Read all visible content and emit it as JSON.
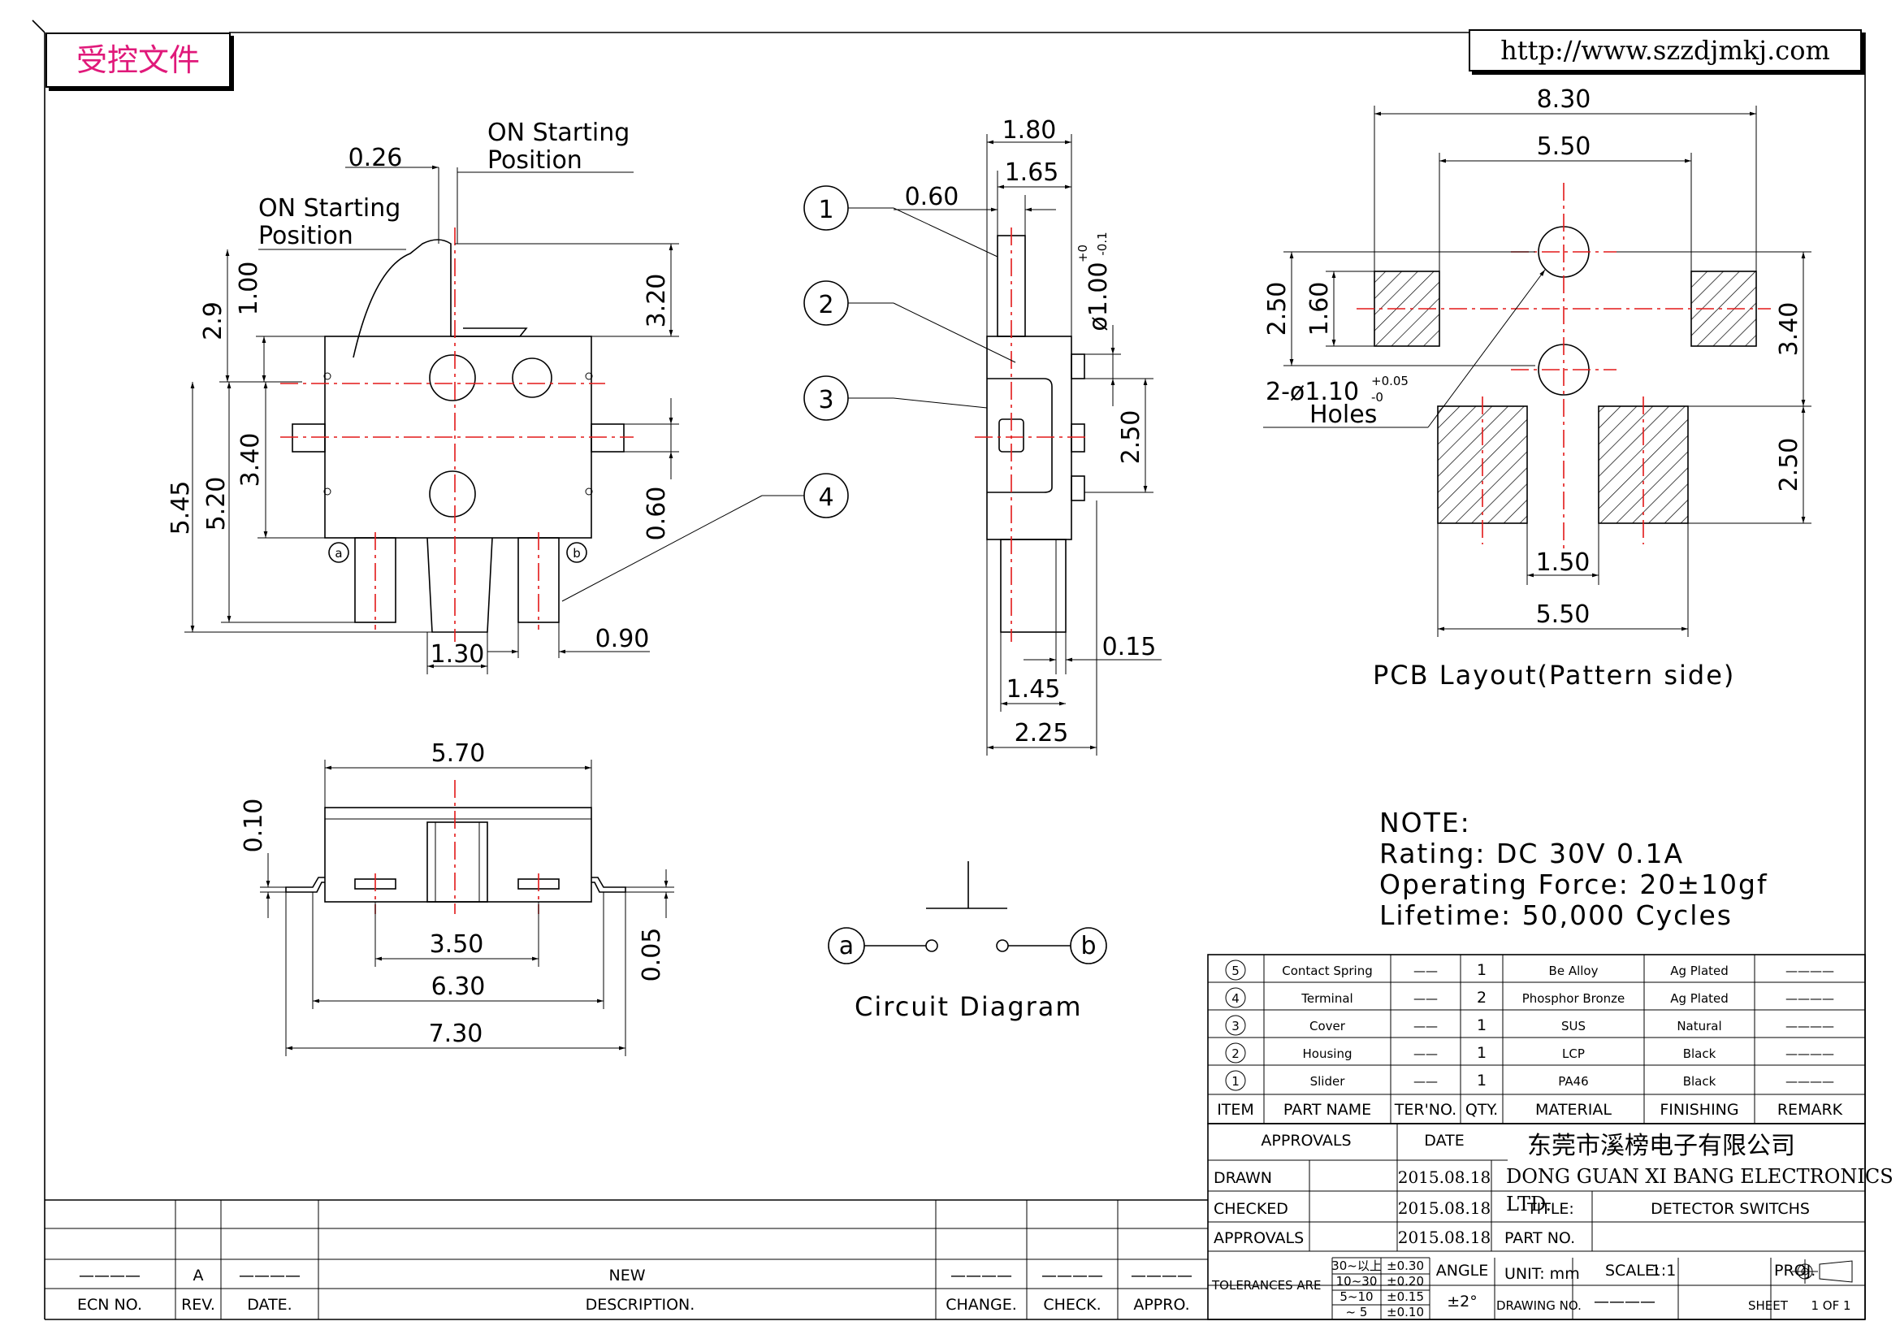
{
  "header": {
    "stamp": "受控文件",
    "url": "http://www.szzdjmkj.com"
  },
  "front_view": {
    "dims": {
      "d026": "0.26",
      "d29": "2.9",
      "d100": "1.00",
      "d320": "3.20",
      "d545": "5.45",
      "d520": "5.20",
      "d340": "3.40",
      "d060": "0.60",
      "d130": "1.30",
      "d090": "0.90"
    },
    "on_start_1": [
      "ON Starting",
      "Position"
    ],
    "on_start_2": [
      "ON Starting",
      "Position"
    ],
    "terminal_a": "a",
    "terminal_b": "b"
  },
  "side_view": {
    "dims": {
      "d180": "1.80",
      "d165": "1.65",
      "d060": "0.60",
      "d100": "ø1.00",
      "d100_tol_up": "+0",
      "d100_tol_dn": "-0.1",
      "d250": "2.50",
      "d015": "0.15",
      "d145": "1.45",
      "d225": "2.25"
    },
    "balloons": [
      "1",
      "2",
      "3",
      "4"
    ]
  },
  "pcb_layout": {
    "dims": {
      "d830": "8.30",
      "d550_top": "5.50",
      "d250_l": "2.50",
      "d160": "1.60",
      "d340": "3.40",
      "d250_r": "2.50",
      "d150": "1.50",
      "d550_bot": "5.50"
    },
    "holes_label": "2-ø1.10",
    "holes_tol_up": "+0.05",
    "holes_tol_dn": "-0",
    "holes_word": "Holes",
    "caption": "PCB Layout(Pattern side)"
  },
  "bottom_view": {
    "dims": {
      "d570": "5.70",
      "d010": "0.10",
      "d350": "3.50",
      "d630": "6.30",
      "d730": "7.30",
      "d005": "0.05"
    }
  },
  "circuit": {
    "a": "a",
    "b": "b",
    "caption": "Circuit Diagram"
  },
  "notes": {
    "title": "NOTE:",
    "rating": "Rating: DC 30V 0.1A",
    "force": "Operating Force: 20±10gf",
    "lifetime": "Lifetime:  50,000 Cycles"
  },
  "bom": {
    "rows": [
      {
        "item": "5",
        "name": "Contact Spring",
        "ter": "——",
        "qty": "1",
        "material": "Be Alloy",
        "finishing": "Ag Plated",
        "remark": "————"
      },
      {
        "item": "4",
        "name": "Terminal",
        "ter": "——",
        "qty": "2",
        "material": "Phosphor Bronze",
        "finishing": "Ag Plated",
        "remark": "————"
      },
      {
        "item": "3",
        "name": "Cover",
        "ter": "——",
        "qty": "1",
        "material": "SUS",
        "finishing": "Natural",
        "remark": "————"
      },
      {
        "item": "2",
        "name": "Housing",
        "ter": "——",
        "qty": "1",
        "material": "LCP",
        "finishing": "Black",
        "remark": "————"
      },
      {
        "item": "1",
        "name": "Slider",
        "ter": "——",
        "qty": "1",
        "material": "PA46",
        "finishing": "Black",
        "remark": "————"
      }
    ],
    "headers": {
      "item": "ITEM",
      "name": "PART NAME",
      "ter": "TER'NO.",
      "qty": "QTY.",
      "material": "MATERIAL",
      "finishing": "FINISHING",
      "remark": "REMARK"
    }
  },
  "title_block": {
    "approvals": "APPROVALS",
    "date": "DATE",
    "company_cn": "东莞市溪榜电子有限公司",
    "company_en": "DONG GUAN XI BANG ELECTRONICS CO.,",
    "company_en2": "LTD.",
    "drawn": "DRAWN",
    "checked": "CHECKED",
    "approvals2": "APPROVALS",
    "date1": "2015.08.18",
    "date2": "2015.08.18",
    "date3": "2015.08.18",
    "title_label": "TITLE:",
    "title_value": "DETECTOR SWITCHS",
    "part_no": "PART NO.",
    "tolerances": "TOLERANCES ARE",
    "tol_rows": [
      {
        "range": "30~以上",
        "tol": "±0.30"
      },
      {
        "range": "10~30",
        "tol": "±0.20"
      },
      {
        "range": "5~10",
        "tol": "±0.15"
      },
      {
        "range": "~ 5",
        "tol": "±0.10"
      }
    ],
    "angle": "ANGLE",
    "angle_tol": "±2°",
    "unit": "UNIT: mm",
    "scale": "SCALE:",
    "scale_value": "1:1",
    "proj": "PROJ.",
    "drawing_no": "DRAWING NO.",
    "drawing_no_value": "————",
    "sheet": "SHEET",
    "sheet_value": "1 OF 1"
  },
  "revision": {
    "ecn_val": "————",
    "rev_val": "A",
    "date_val": "————",
    "desc_val": "NEW",
    "change_val": "————",
    "check_val": "————",
    "appro_val": "————",
    "ecn": "ECN NO.",
    "rev": "REV.",
    "date": "DATE.",
    "desc": "DESCRIPTION.",
    "change": "CHANGE.",
    "check": "CHECK.",
    "appro": "APPRO."
  }
}
